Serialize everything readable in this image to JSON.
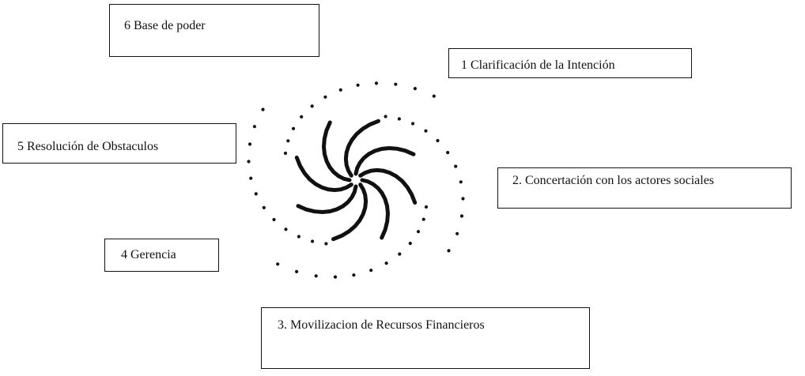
{
  "diagram": {
    "boxes": [
      {
        "id": "6",
        "label": "6  Base de poder"
      },
      {
        "id": "1",
        "label": "1  Clarificación de la Intención"
      },
      {
        "id": "5",
        "label": "5  Resolución de Obstaculos"
      },
      {
        "id": "2",
        "label": "2. Concertación con los actores sociales"
      },
      {
        "id": "4",
        "label": "4  Gerencia"
      },
      {
        "id": "3",
        "label": "3. Movilizacion de Recursos Financieros"
      }
    ],
    "stroke_color": "#111111"
  }
}
